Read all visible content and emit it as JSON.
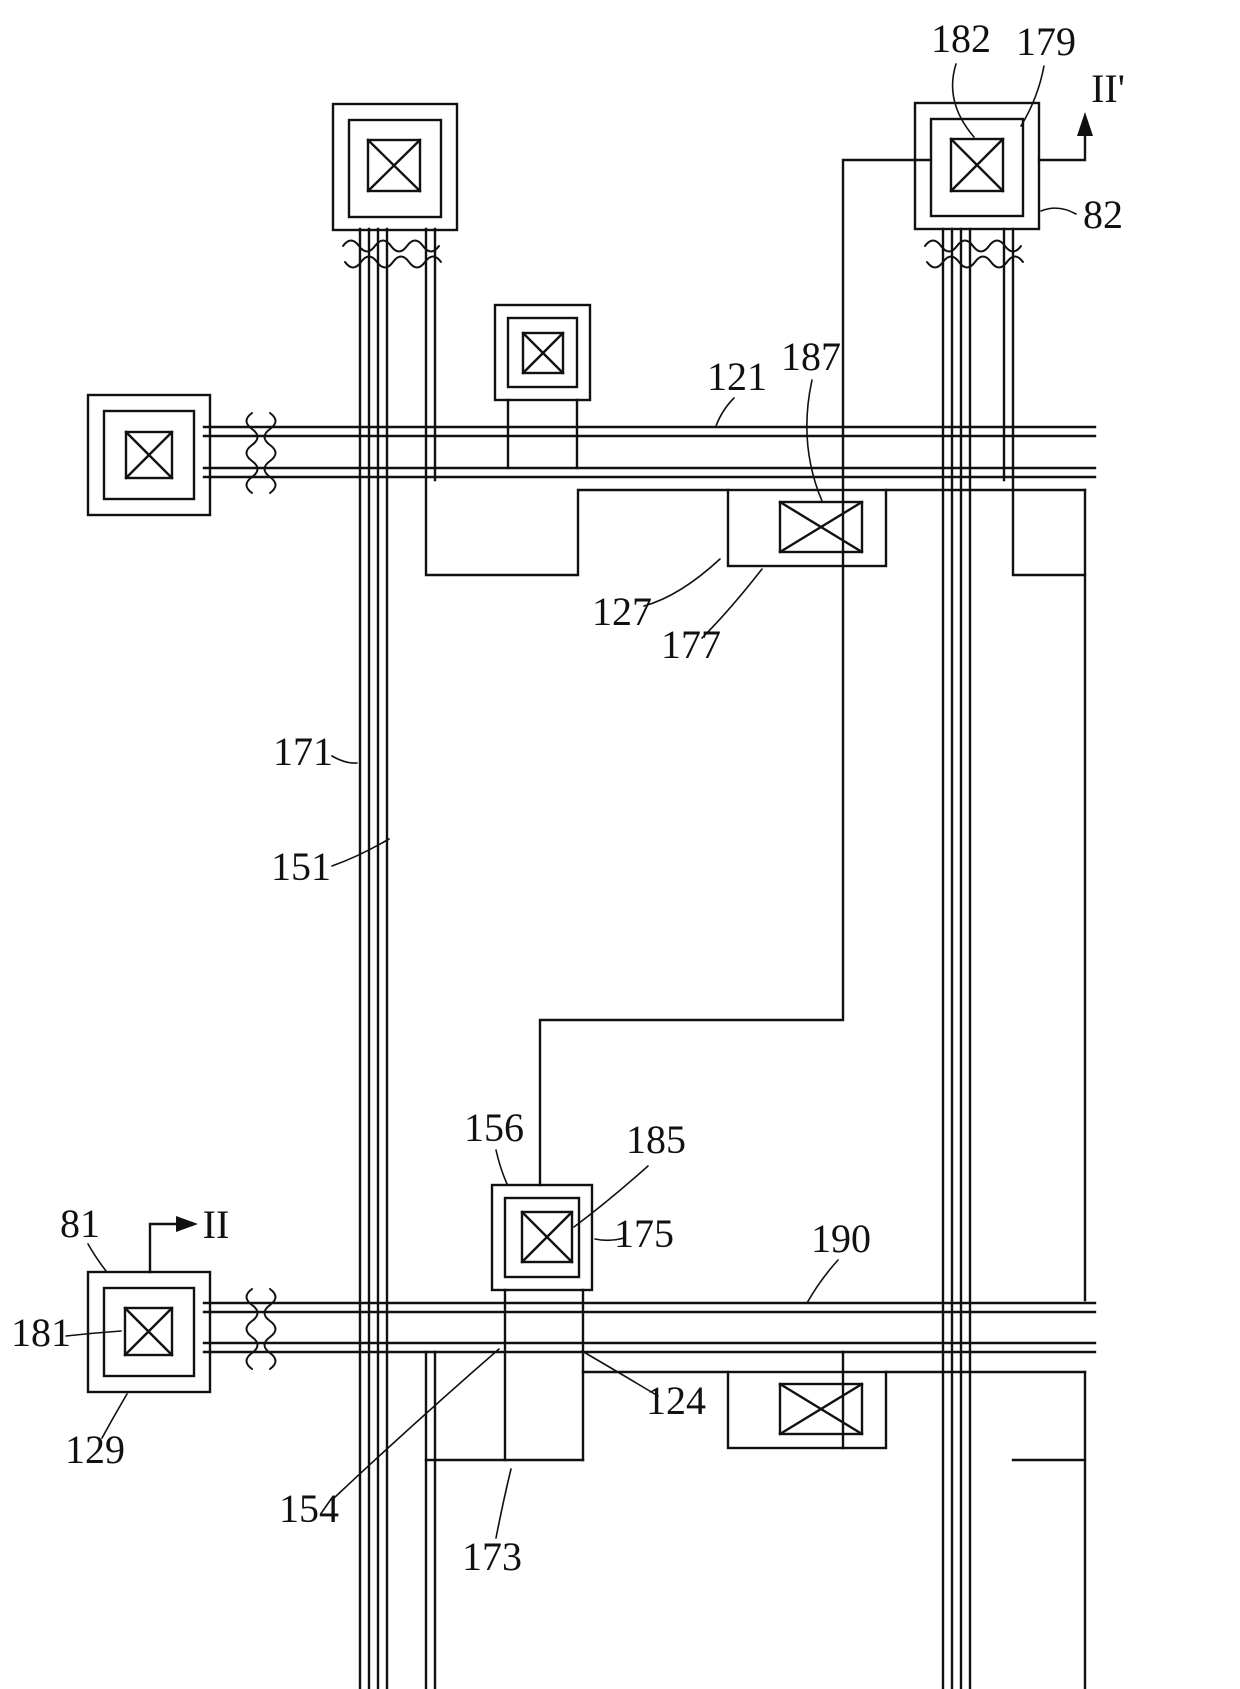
{
  "figure": {
    "background_color": "#ffffff",
    "line_color": "#111111",
    "reference_numerals": {
      "n81": "81",
      "n82": "82",
      "n121": "121",
      "n124": "124",
      "n127": "127",
      "n129": "129",
      "n151": "151",
      "n154": "154",
      "n156": "156",
      "n171": "171",
      "n173": "173",
      "n175": "175",
      "n177": "177",
      "n179": "179",
      "n181": "181",
      "n182": "182",
      "n185": "185",
      "n187": "187",
      "n190": "190"
    },
    "section_markers": {
      "start": "II",
      "end": "II'"
    }
  }
}
